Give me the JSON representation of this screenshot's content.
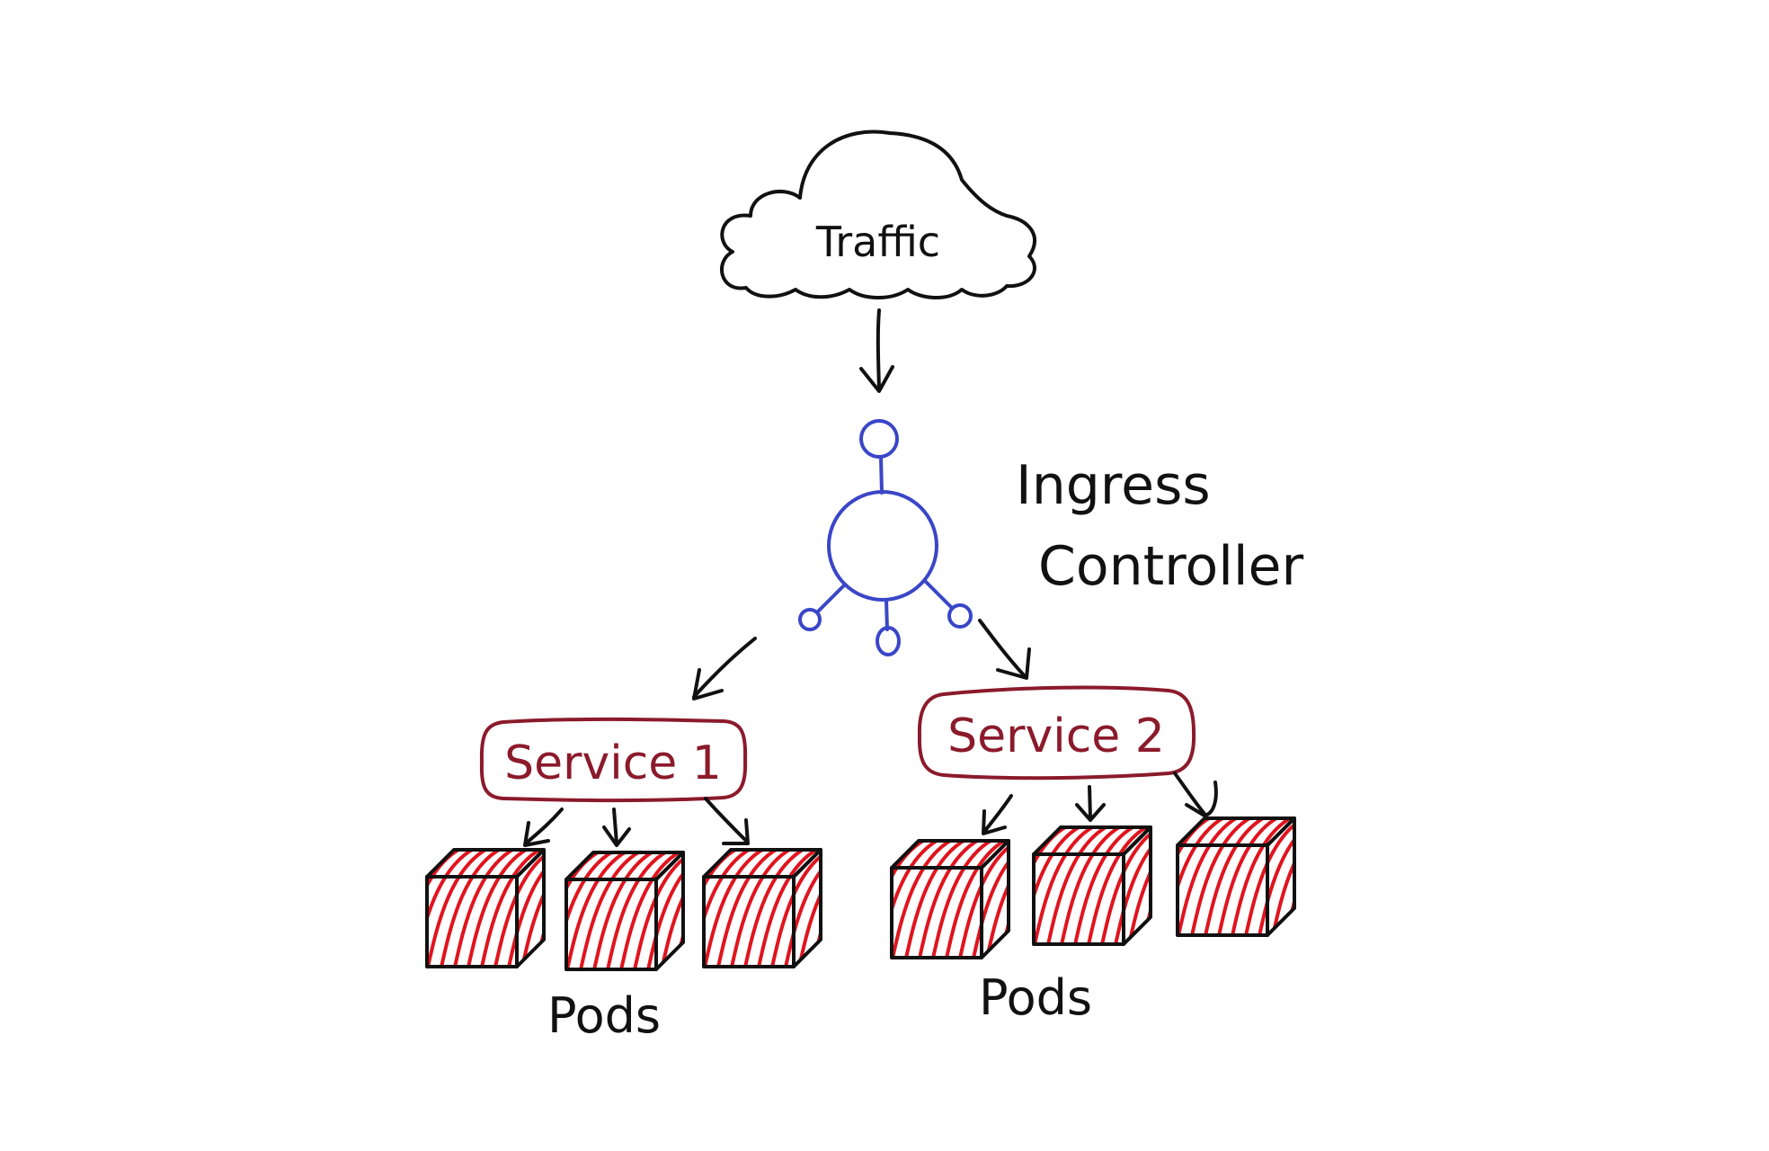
{
  "traffic": {
    "label": "Traffic"
  },
  "ingress": {
    "line1": "Ingress",
    "line2": "Controller"
  },
  "services": [
    {
      "label": "Service 1",
      "pods_label": "Pods",
      "pod_count": 3
    },
    {
      "label": "Service 2",
      "pods_label": "Pods",
      "pod_count": 3
    }
  ],
  "colors": {
    "ink": "#111111",
    "ingress_blue": "#3a46c8",
    "service_red": "#8b1a2b",
    "pod_hatch": "#e0141e",
    "background": "#ffffff"
  },
  "icons": {
    "cloud": "traffic-cloud-icon",
    "ingress": "ingress-controller-node-icon",
    "pod": "pod-cube-icon"
  }
}
